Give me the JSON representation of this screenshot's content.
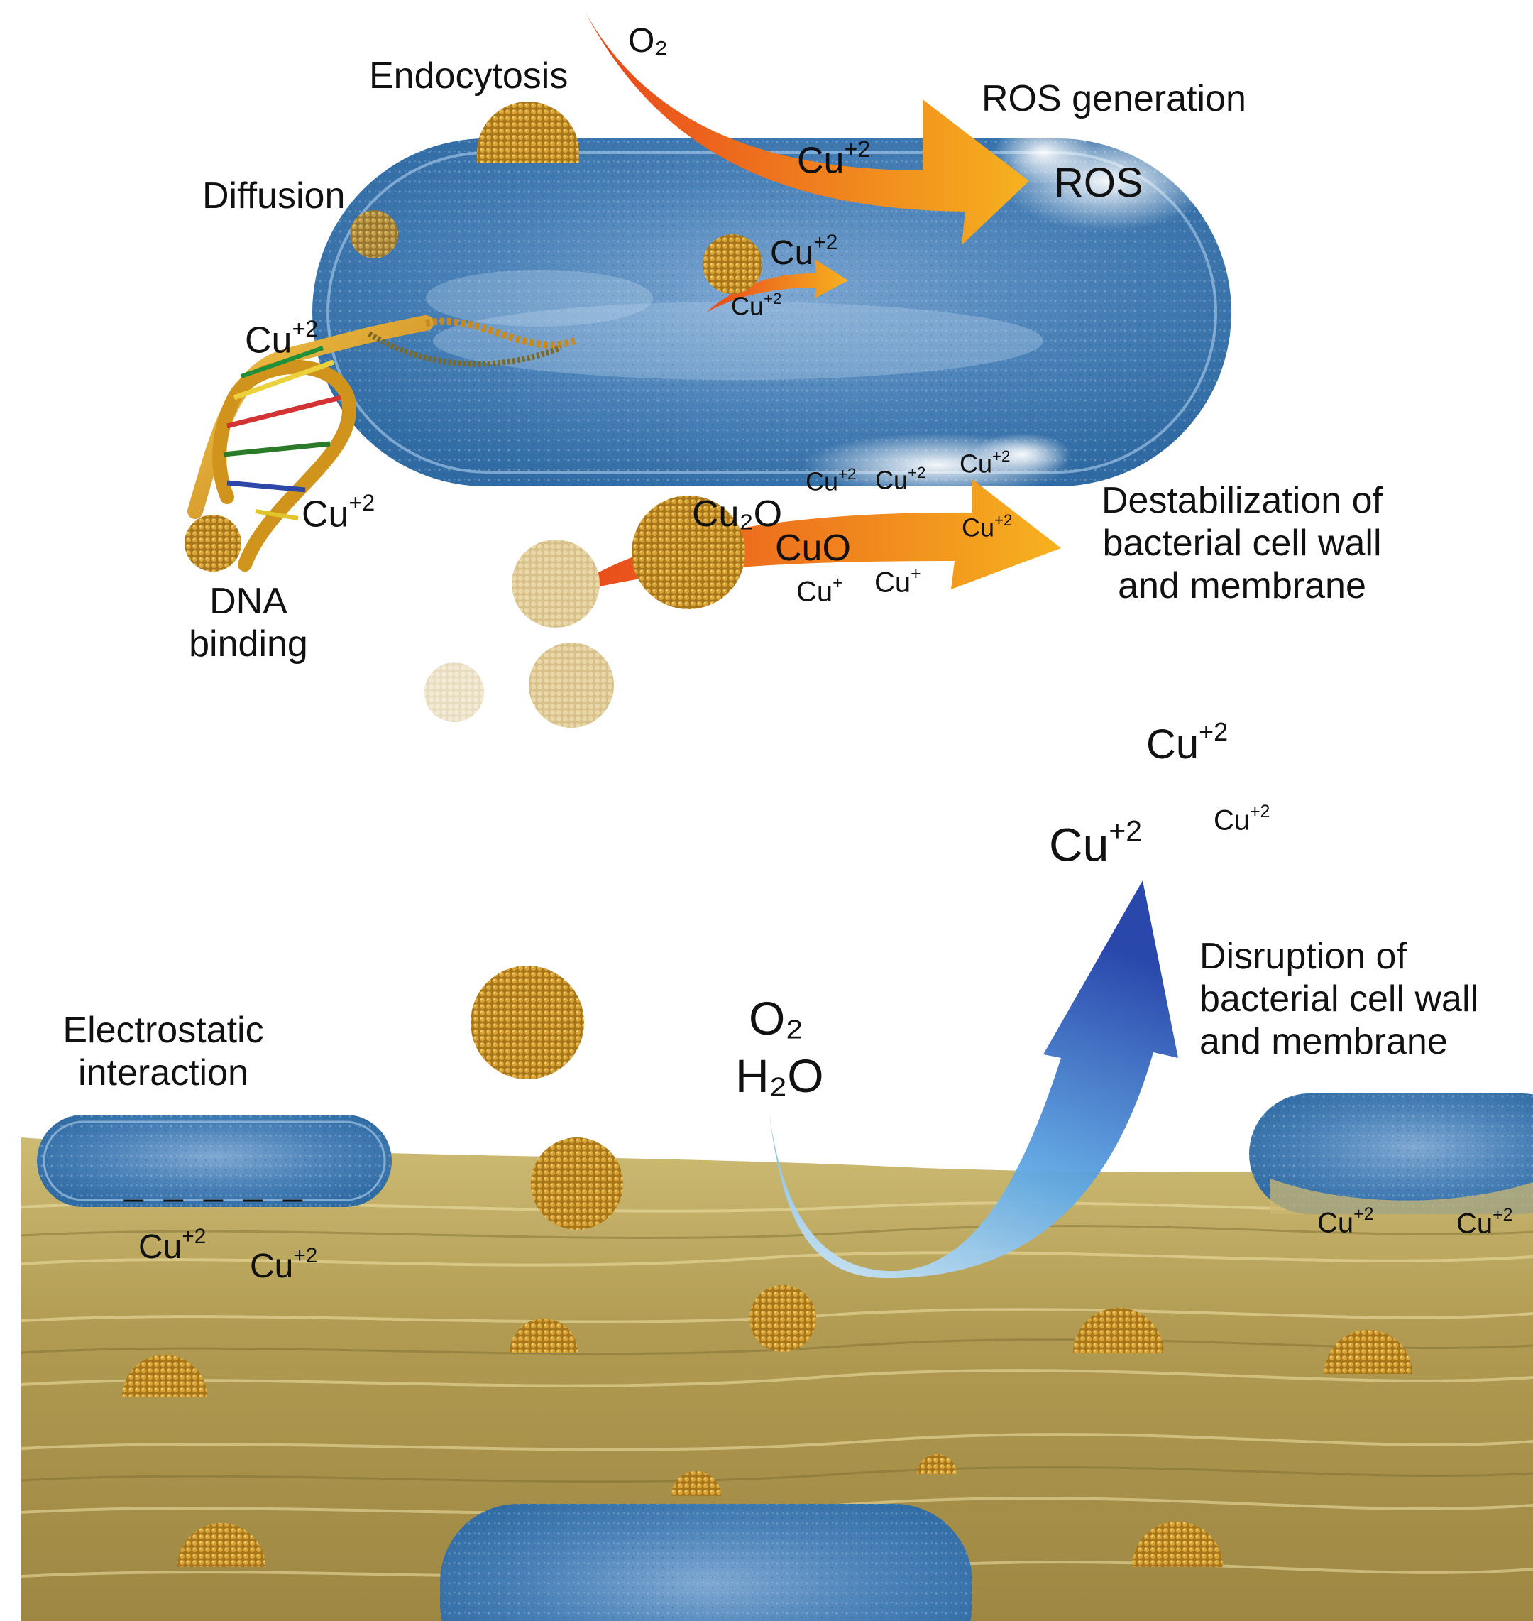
{
  "colors": {
    "bacterium": "#3c78ad",
    "nanoparticle": "#b8861f",
    "substrate": "#b8a45c",
    "arrow_orange_start": "#e8461c",
    "arrow_orange_end": "#f6b21f",
    "arrow_blue_start": "#bfe3f7",
    "arrow_blue_end": "#1f3fa8"
  },
  "top": {
    "endocytosis": "Endocytosis",
    "diffusion": "Diffusion",
    "o2": "O₂",
    "ros_generation": "ROS generation",
    "ros": "ROS",
    "arrow_cu": {
      "base": "Cu",
      "sup": "+2"
    },
    "inner_cu_large": {
      "base": "Cu",
      "sup": "+2"
    },
    "inner_cu_small": {
      "base": "Cu",
      "sup": "+2"
    },
    "dna_cu_top": {
      "base": "Cu",
      "sup": "+2"
    },
    "dna_cu_bottom": {
      "base": "Cu",
      "sup": "+2"
    },
    "dna_binding": "DNA binding",
    "membrane_cu_1": {
      "base": "Cu",
      "sup": "+2"
    },
    "membrane_cu_2": {
      "base": "Cu",
      "sup": "+2"
    },
    "membrane_cu_3": {
      "base": "Cu",
      "sup": "+2"
    },
    "membrane_cu_4": {
      "base": "Cu",
      "sup": "+2"
    },
    "cu2o": "Cu₂O",
    "cuo": "CuO",
    "cu_plus_1": {
      "base": "Cu",
      "sup": "+"
    },
    "cu_plus_2": {
      "base": "Cu",
      "sup": "+"
    },
    "destabilization": "Destabilization of bacterial cell wall and membrane"
  },
  "bottom": {
    "cu_top": {
      "base": "Cu",
      "sup": "+2"
    },
    "cu_mid_large": {
      "base": "Cu",
      "sup": "+2"
    },
    "cu_mid_small": {
      "base": "Cu",
      "sup": "+2"
    },
    "disruption": "Disruption of bacterial cell wall and membrane",
    "o2": "O₂",
    "h2o": "H₂O",
    "electrostatic": "Electrostatic interaction",
    "charges": "_ _ _ _ _",
    "left_cu_1": {
      "base": "Cu",
      "sup": "+2"
    },
    "left_cu_2": {
      "base": "Cu",
      "sup": "+2"
    },
    "right_cu_1": {
      "base": "Cu",
      "sup": "+2"
    },
    "right_cu_2": {
      "base": "Cu",
      "sup": "+2"
    }
  }
}
